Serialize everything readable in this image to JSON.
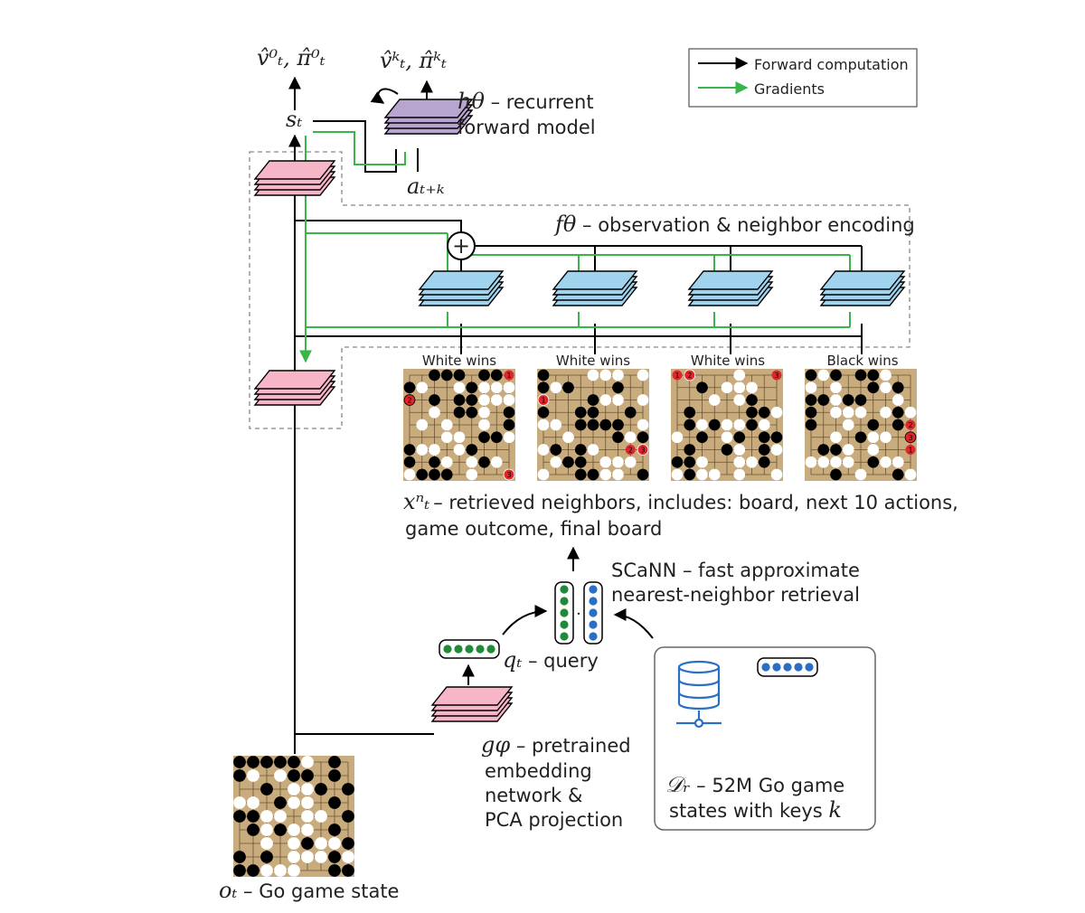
{
  "legend": {
    "forward_label": "Forward computation",
    "gradients_label": "Gradients",
    "forward_color": "#000000",
    "gradients_color": "#39b54a"
  },
  "top_outputs": {
    "value_policy_0": "v̂⁰ₜ, π̂⁰ₜ",
    "value_policy_k": "v̂ᵏₜ, π̂ᵏₜ",
    "state": "sₜ",
    "action": "aₜ₊ₖ"
  },
  "recurrent_model": {
    "symbol": "hθ",
    "label_line1": " – recurrent",
    "label_line2": "forward model",
    "color": "#b7a4cf"
  },
  "encoder": {
    "symbol": "fθ",
    "label": " – observation & neighbor encoding",
    "color": "#9fd3ee",
    "pink_color": "#f7b6c8"
  },
  "neighbors": {
    "outcomes": [
      "White wins",
      "White wins",
      "White wins",
      "Black wins"
    ],
    "symbol": "xⁿₜ",
    "label_line1": "– retrieved neighbors, includes: board, next 10 actions,",
    "label_line2": "game outcome, final board"
  },
  "retrieval": {
    "label_line1": "SCaNN – fast approximate",
    "label_line2": "nearest-neighbor retrieval",
    "dot": "·",
    "query_color": "#1f8b3a",
    "key_color": "#2a6fc4"
  },
  "query": {
    "symbol": "qₜ",
    "label": " – query"
  },
  "embedding": {
    "symbol": "gφ",
    "label_line1": " – pretrained",
    "label_line2": "embedding",
    "label_line3": "network &",
    "label_line4": "PCA projection"
  },
  "database": {
    "symbol": "𝒟ᵣ",
    "label_line1": " – 52M Go game",
    "label_line2": "states with keys ",
    "key_symbol": "k",
    "icon": "database-icon"
  },
  "observation": {
    "symbol": "oₜ",
    "label": " – Go game state"
  }
}
